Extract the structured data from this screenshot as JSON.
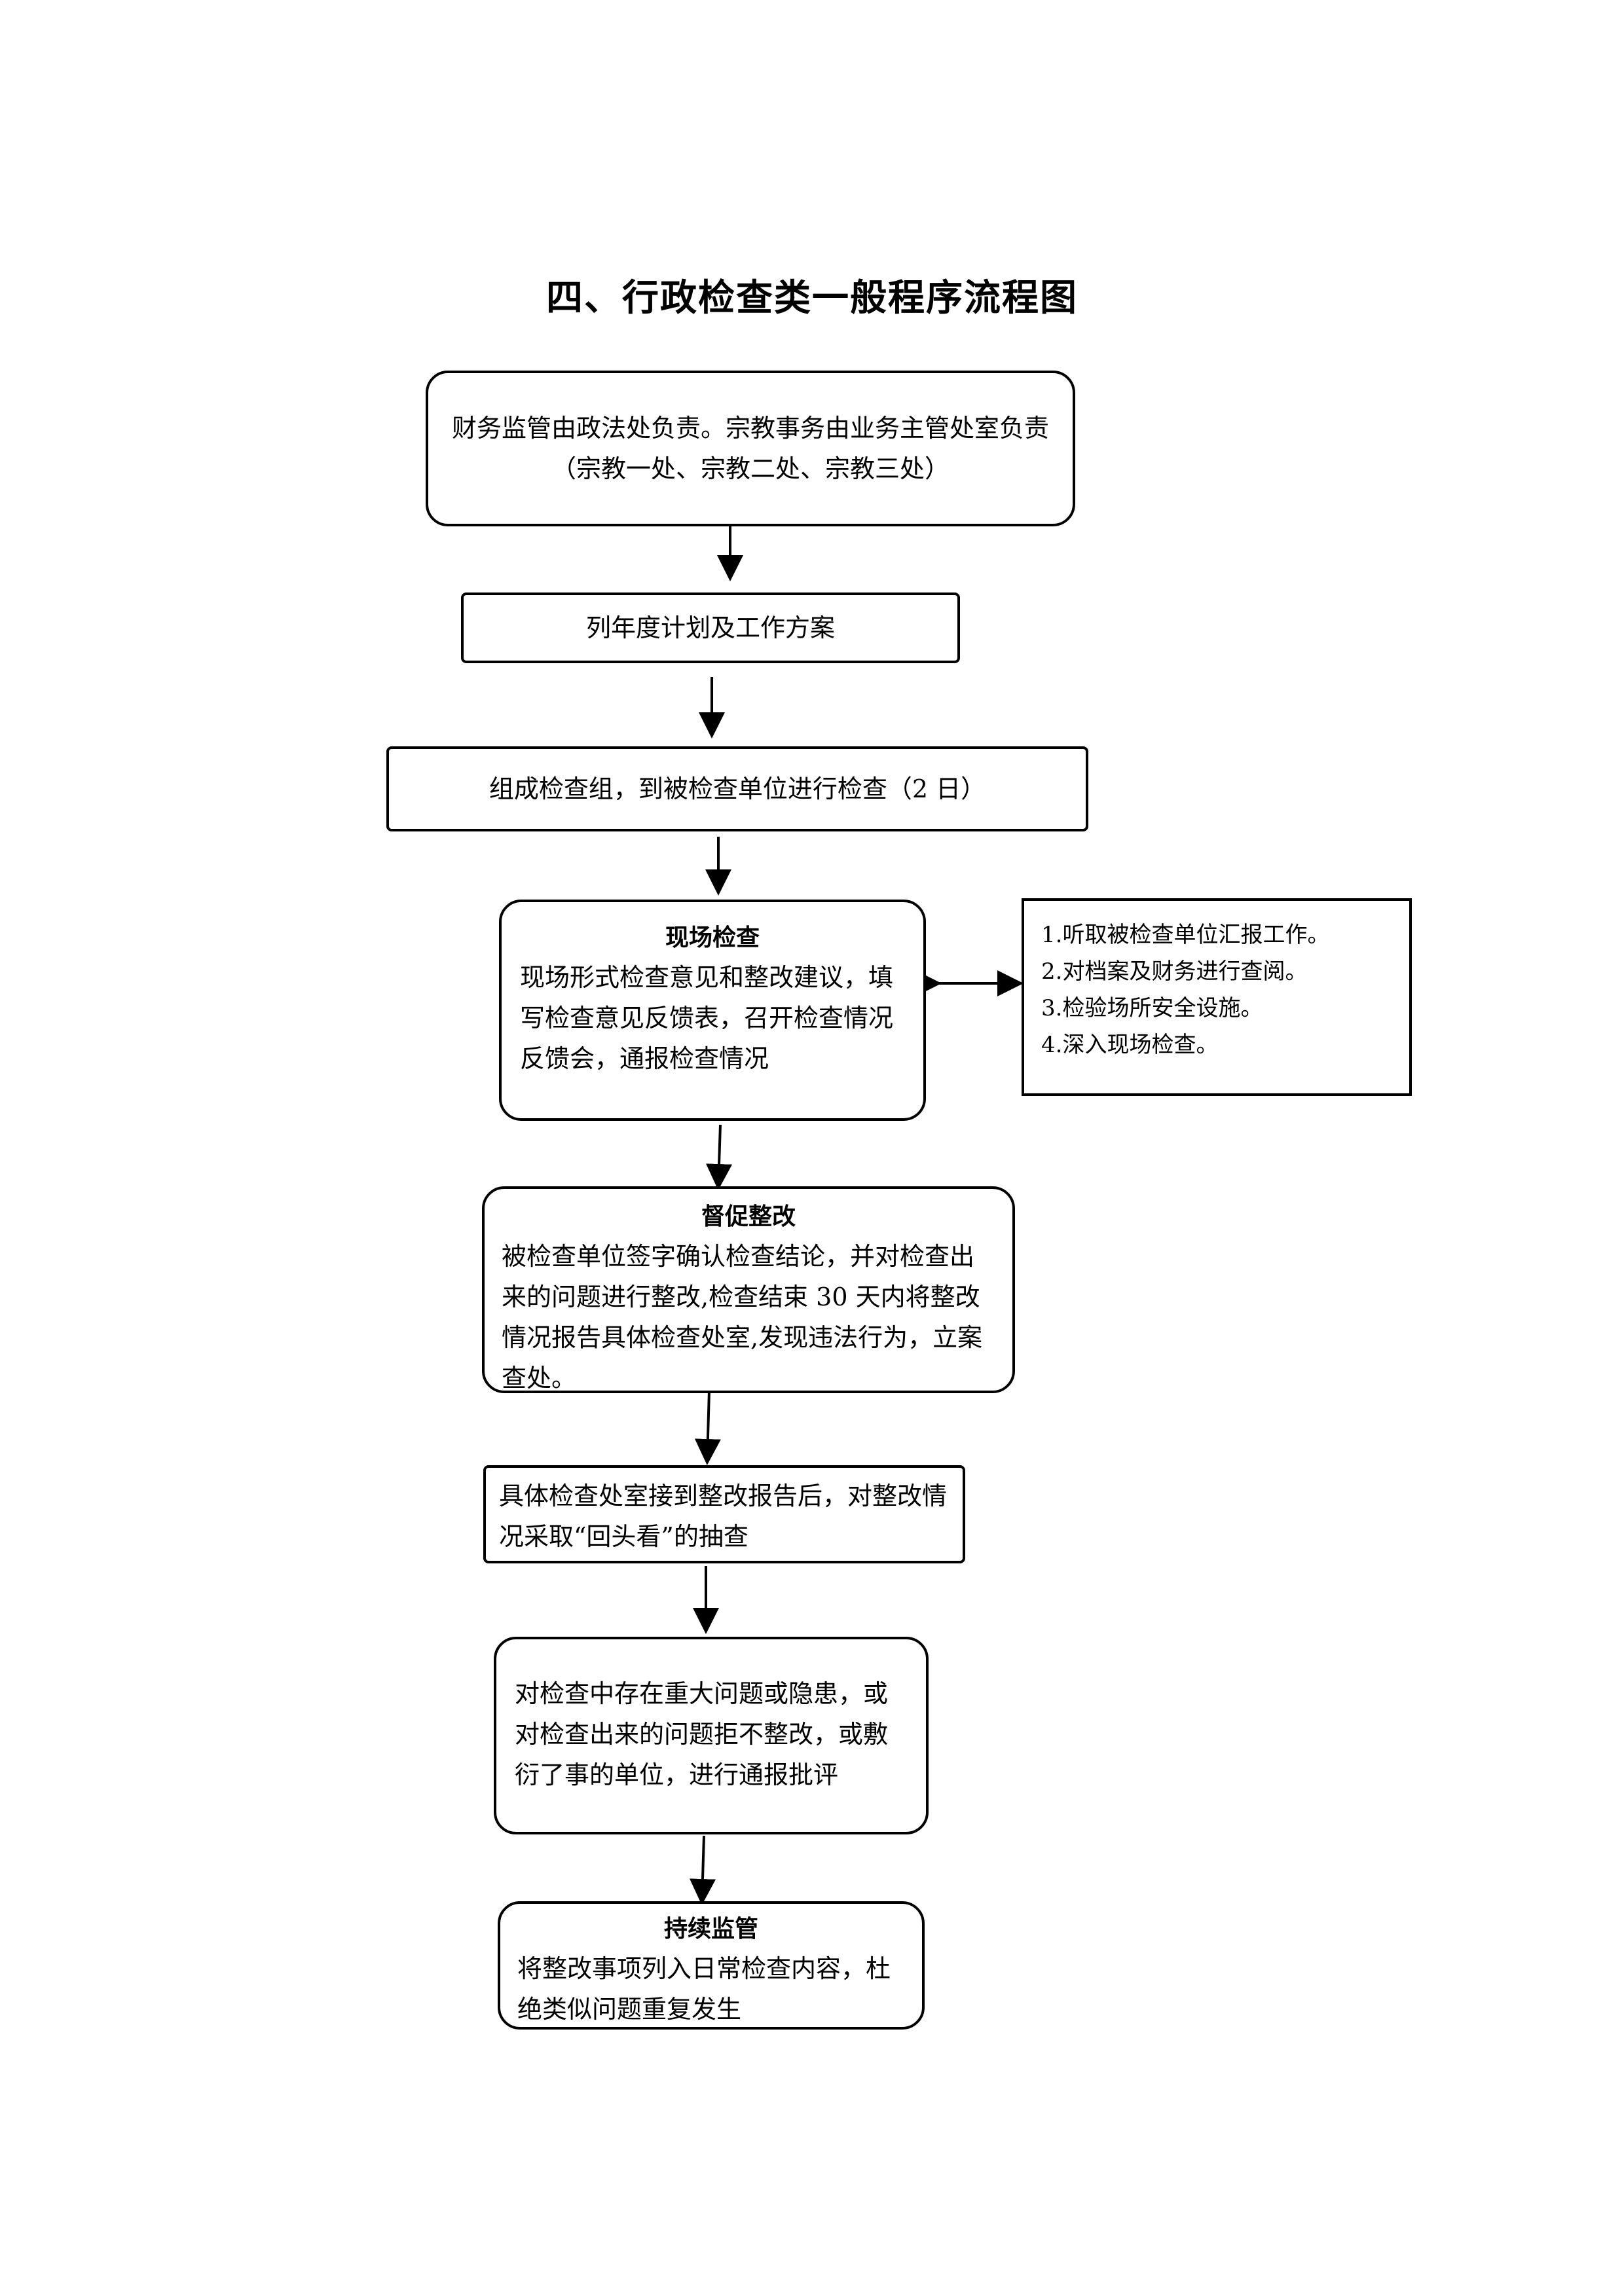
{
  "title": "四、行政检查类一般程序流程图",
  "nodes": {
    "responsibility": "财务监管由政法处负责。宗教事务由业务主管处室负责（宗教一处、宗教二处、宗教三处）",
    "annual_plan": "列年度计划及工作方案",
    "form_team": "组成检查组，到被检查单位进行检查（2 日）",
    "onsite": {
      "heading": "现场检查",
      "body": "现场形式检查意见和整改建议，填写检查意见反馈表，召开检查情况反馈会，通报检查情况"
    },
    "onsite_steps": [
      "1.听取被检查单位汇报工作。",
      "2.对档案及财务进行查阅。",
      "3.检验场所安全设施。",
      "4.深入现场检查。"
    ],
    "urge_rectify": {
      "heading": "督促整改",
      "body": "被检查单位签字确认检查结论，并对检查出来的问题进行整改,检查结束 30 天内将整改情况报告具体检查处室,发现违法行为，立案查处。"
    },
    "look_back": "具体检查处室接到整改报告后，对整改情况采取“回头看”的抽查",
    "notify_criticize": "对检查中存在重大问题或隐患，或对检查出来的问题拒不整改，或敷衍了事的单位，进行通报批评",
    "continuous": {
      "heading": "持续监管",
      "body": "将整改事项列入日常检查内容，杜绝类似问题重复发生"
    }
  }
}
